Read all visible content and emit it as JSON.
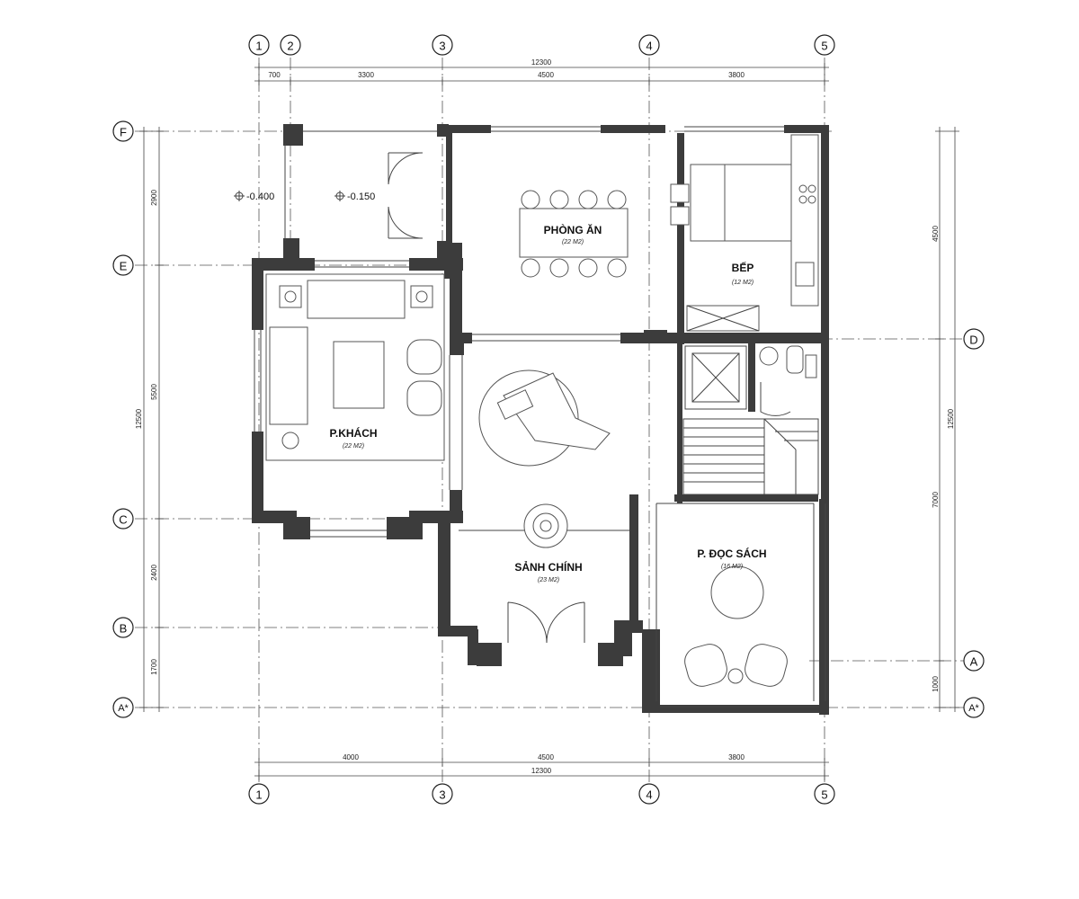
{
  "grid_axes": {
    "top": [
      "1",
      "2",
      "3",
      "4",
      "5"
    ],
    "bottom": [
      "1",
      "3",
      "4",
      "5"
    ],
    "left": [
      "F",
      "E",
      "C",
      "B",
      "A*"
    ],
    "right": [
      "D",
      "A",
      "A*"
    ]
  },
  "dimensions": {
    "top_total": "12300",
    "top_segments": [
      "700",
      "3300",
      "4500",
      "3800"
    ],
    "bottom_segments": [
      "4000",
      "4500",
      "3800"
    ],
    "bottom_total": "12300",
    "left_segments": [
      "2900",
      "5500",
      "2400",
      "1700"
    ],
    "left_total": "12500",
    "right_segments": [
      "4500",
      "7000",
      "1000"
    ],
    "right_total": "12500"
  },
  "rooms": [
    {
      "name": "PHÒNG ĂN",
      "area": "(22 M2)"
    },
    {
      "name": "BẾP",
      "area": "(12 M2)"
    },
    {
      "name": "P.KHÁCH",
      "area": "(22 M2)"
    },
    {
      "name": "SẢNH CHÍNH",
      "area": "(23 M2)"
    },
    {
      "name": "P. ĐỌC SÁCH",
      "area": "(16 M2)"
    }
  ],
  "levels": [
    "-0.400",
    "-0.150"
  ]
}
